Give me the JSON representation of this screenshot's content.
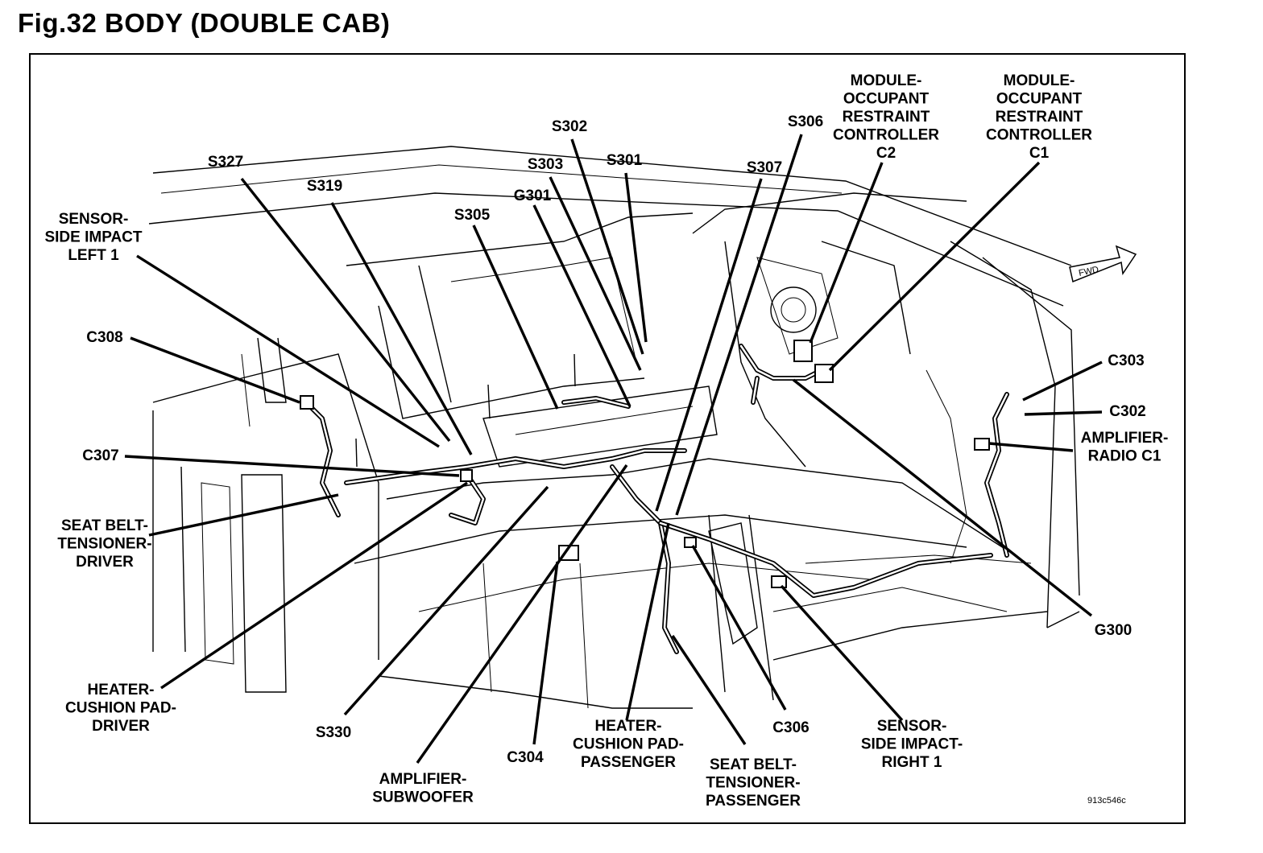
{
  "figure": {
    "title": "Fig.32 BODY (DOUBLE CAB)",
    "code": "913c546c",
    "fwd_label": "FWD"
  },
  "callouts": [
    {
      "id": "s327",
      "lines": [
        "S327"
      ]
    },
    {
      "id": "s319",
      "lines": [
        "S319"
      ]
    },
    {
      "id": "sensor-side-impact-left-1",
      "lines": [
        "SENSOR-",
        "SIDE IMPACT",
        "LEFT 1"
      ]
    },
    {
      "id": "s305",
      "lines": [
        "S305"
      ]
    },
    {
      "id": "g301",
      "lines": [
        "G301"
      ]
    },
    {
      "id": "s303",
      "lines": [
        "S303"
      ]
    },
    {
      "id": "s302",
      "lines": [
        "S302"
      ]
    },
    {
      "id": "s301",
      "lines": [
        "S301"
      ]
    },
    {
      "id": "s306",
      "lines": [
        "S306"
      ]
    },
    {
      "id": "s307",
      "lines": [
        "S307"
      ]
    },
    {
      "id": "module-orc-c2",
      "lines": [
        "MODULE-",
        "OCCUPANT",
        "RESTRAINT",
        "CONTROLLER",
        "C2"
      ]
    },
    {
      "id": "module-orc-c1",
      "lines": [
        "MODULE-",
        "OCCUPANT",
        "RESTRAINT",
        "CONTROLLER",
        "C1"
      ]
    },
    {
      "id": "c308",
      "lines": [
        "C308"
      ]
    },
    {
      "id": "c307",
      "lines": [
        "C307"
      ]
    },
    {
      "id": "seat-belt-tensioner-driver",
      "lines": [
        "SEAT BELT-",
        "TENSIONER-",
        "DRIVER"
      ]
    },
    {
      "id": "heater-cushion-pad-driver",
      "lines": [
        "HEATER-",
        "CUSHION PAD-",
        "DRIVER"
      ]
    },
    {
      "id": "s330",
      "lines": [
        "S330"
      ]
    },
    {
      "id": "amplifier-subwoofer",
      "lines": [
        "AMPLIFIER-",
        "SUBWOOFER"
      ]
    },
    {
      "id": "c304",
      "lines": [
        "C304"
      ]
    },
    {
      "id": "heater-cushion-pad-passenger",
      "lines": [
        "HEATER-",
        "CUSHION PAD-",
        "PASSENGER"
      ]
    },
    {
      "id": "seat-belt-tensioner-passenger",
      "lines": [
        "SEAT BELT-",
        "TENSIONER-",
        "PASSENGER"
      ]
    },
    {
      "id": "c306",
      "lines": [
        "C306"
      ]
    },
    {
      "id": "sensor-side-impact-right-1",
      "lines": [
        "SENSOR-",
        "SIDE IMPACT-",
        "RIGHT 1"
      ]
    },
    {
      "id": "g300",
      "lines": [
        "G300"
      ]
    },
    {
      "id": "c303",
      "lines": [
        "C303"
      ]
    },
    {
      "id": "c302",
      "lines": [
        "C302"
      ]
    },
    {
      "id": "amplifier-radio-c1",
      "lines": [
        "AMPLIFIER-",
        "RADIO C1"
      ]
    }
  ]
}
